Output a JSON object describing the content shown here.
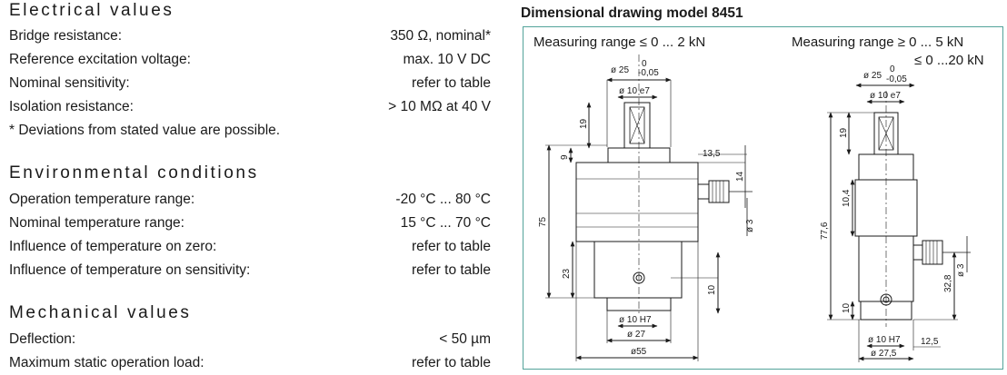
{
  "electrical": {
    "title": "Electrical values",
    "rows": [
      {
        "label": "Bridge resistance:",
        "value": "350 Ω, nominal*"
      },
      {
        "label": "Reference excitation voltage:",
        "value": "max. 10 V DC"
      },
      {
        "label": "Nominal sensitivity:",
        "value": "refer to table"
      },
      {
        "label": "Isolation resistance:",
        "value": "> 10 MΩ at 40 V"
      }
    ],
    "note": "* Deviations from stated value are possible."
  },
  "environmental": {
    "title": "Environmental conditions",
    "rows": [
      {
        "label": "Operation temperature range:",
        "value": "-20 °C ... 80 °C"
      },
      {
        "label": "Nominal temperature range:",
        "value": "15 °C ... 70 °C"
      },
      {
        "label": "Influence of temperature on zero:",
        "value": "refer to table"
      },
      {
        "label": "Influence of temperature on sensitivity:",
        "value": "refer to table"
      }
    ]
  },
  "mechanical": {
    "title": "Mechanical values",
    "rows": [
      {
        "label": "Deflection:",
        "value": "< 50 µm"
      },
      {
        "label": "Maximum static operation load:",
        "value": "refer to table"
      }
    ]
  },
  "drawing": {
    "title": "Dimensional drawing model 8451",
    "left": {
      "heading": "Measuring range ≤ 0 ... 2 kN",
      "dims": {
        "d25": "ø 25",
        "tol_top": "0",
        "tol_bottom": "-0,05",
        "d10e7": "ø 10 e7",
        "h19": "19",
        "h9": "9",
        "w135": "13,5",
        "h14": "14",
        "h75": "75",
        "d3": "ø 3",
        "h23": "23",
        "h10": "10",
        "d10h7": "ø 10 H7",
        "d27": "ø 27",
        "d55": "ø55"
      }
    },
    "right": {
      "heading_1": "Measuring range ≥ 0 ... 5 kN",
      "heading_2": "≤ 0 ...20 kN",
      "dims": {
        "d25": "ø 25",
        "tol_top": "0",
        "tol_bottom": "-0,05",
        "d10e7": "ø 10 e7",
        "h19": "19",
        "h104": "10,4",
        "h776": "77,6",
        "h328": "32,8",
        "d3": "ø 3",
        "h10": "10",
        "d10h7": "ø 10 H7",
        "w125": "12,5",
        "d275": "ø 27,5"
      }
    }
  }
}
